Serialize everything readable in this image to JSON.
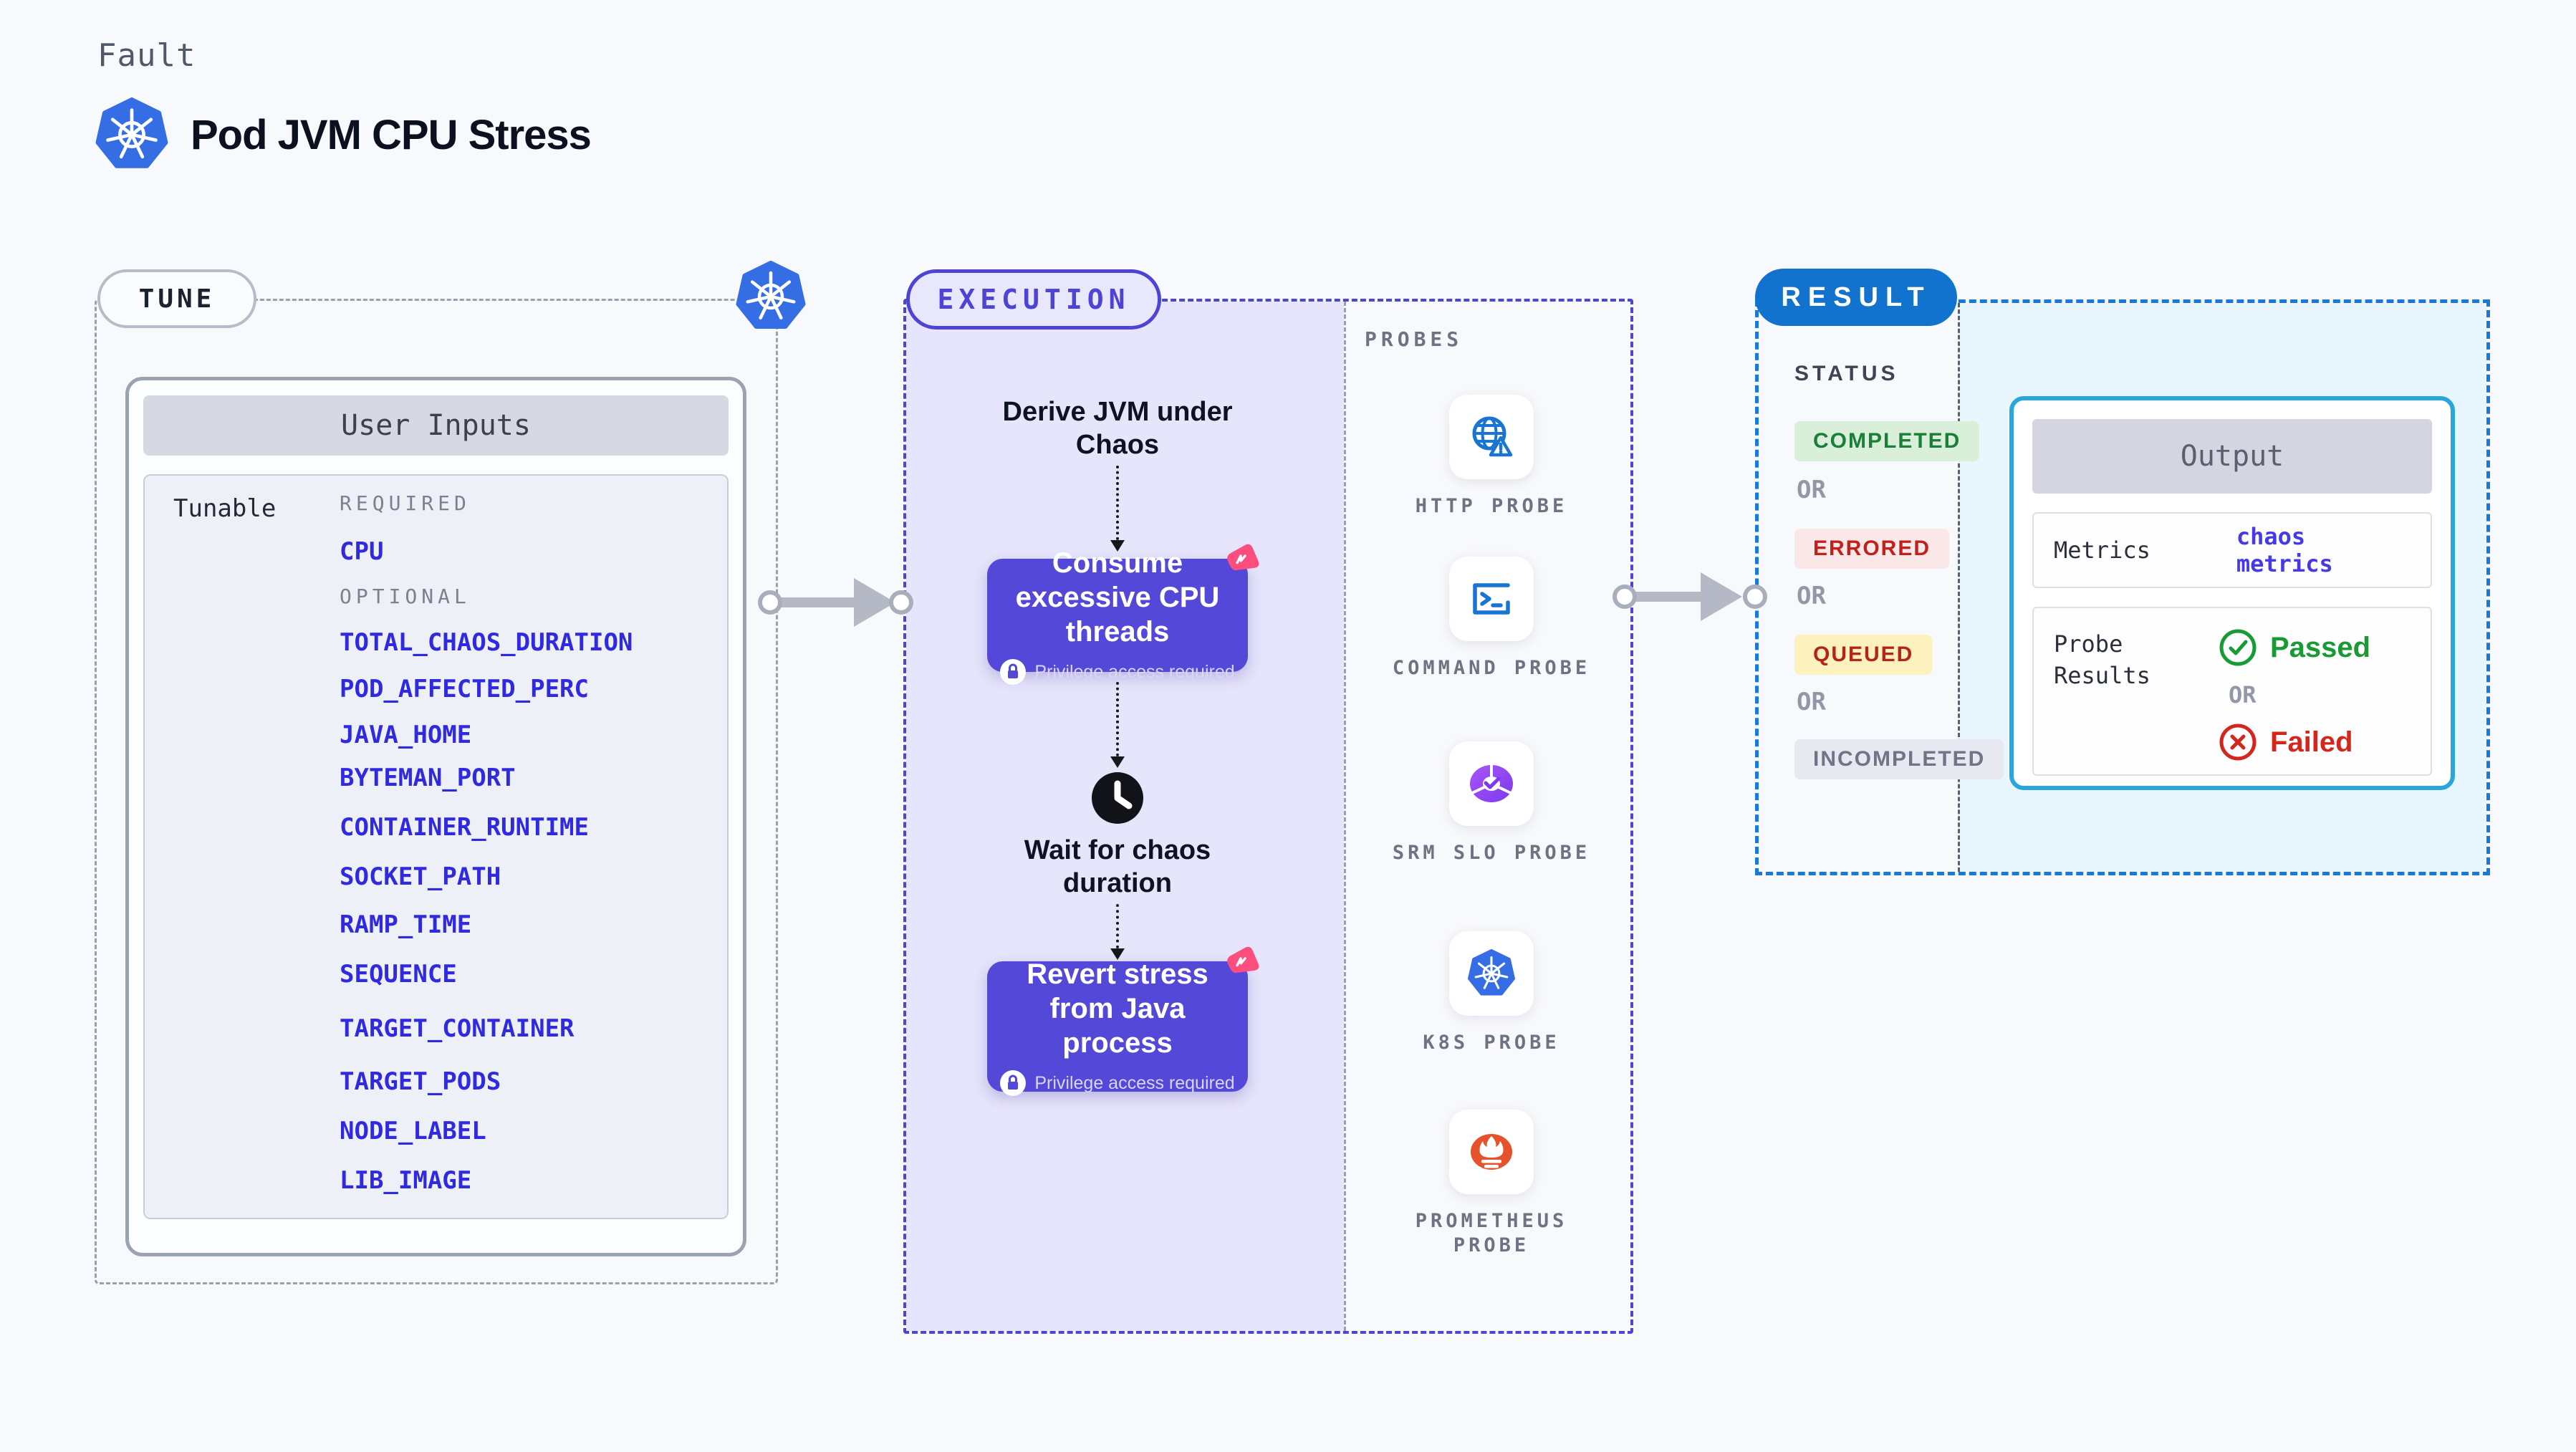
{
  "header": {
    "kicker": "Fault",
    "title": "Pod JVM CPU Stress",
    "logo_icon": "kubernetes-icon"
  },
  "tune": {
    "label": "TUNE",
    "corner_icon": "kubernetes-icon",
    "card_title": "User Inputs",
    "row_label": "Tunable",
    "required_heading": "REQUIRED",
    "optional_heading": "OPTIONAL",
    "required_items": [
      "CPU"
    ],
    "optional_items": [
      "TOTAL_CHAOS_DURATION",
      "POD_AFFECTED_PERC",
      "JAVA_HOME",
      "BYTEMAN_PORT",
      "CONTAINER_RUNTIME",
      "SOCKET_PATH",
      "RAMP_TIME",
      "SEQUENCE",
      "TARGET_CONTAINER",
      "TARGET_PODS",
      "NODE_LABEL",
      "LIB_IMAGE"
    ]
  },
  "execution": {
    "label": "EXECUTION",
    "step1": "Derive JVM under Chaos",
    "node1": {
      "label": "Consume excessive CPU threads",
      "badge": "Privilege access required",
      "icon": "chaos-icon",
      "badge_icon": "lock-icon"
    },
    "wait_step": {
      "label": "Wait for chaos duration",
      "icon": "clock-icon"
    },
    "node2": {
      "label": "Revert stress from Java process",
      "badge": "Privilege access required",
      "icon": "chaos-icon",
      "badge_icon": "lock-icon"
    }
  },
  "probes": {
    "label": "PROBES",
    "items": [
      {
        "name": "HTTP PROBE",
        "icon": "globe-warning-icon"
      },
      {
        "name": "COMMAND PROBE",
        "icon": "terminal-icon"
      },
      {
        "name": "SRM SLO PROBE",
        "icon": "slo-donut-icon"
      },
      {
        "name": "K8S PROBE",
        "icon": "kubernetes-icon"
      },
      {
        "name": "PROMETHEUS PROBE",
        "icon": "prometheus-icon"
      }
    ]
  },
  "result": {
    "label": "RESULT",
    "status_heading": "STATUS",
    "or": "OR",
    "statuses": [
      {
        "label": "COMPLETED",
        "text_color": "#1a7f37",
        "bg": "#d9efd9"
      },
      {
        "label": "ERRORED",
        "text_color": "#c1211c",
        "bg": "#fae8e8"
      },
      {
        "label": "QUEUED",
        "text_color": "#b3251b",
        "bg": "#fdf1bd"
      },
      {
        "label": "INCOMPLETED",
        "text_color": "#6f7586",
        "bg": "#e8e9f0"
      }
    ],
    "output": {
      "title": "Output",
      "metrics_label": "Metrics",
      "metrics_value": "chaos metrics",
      "probe_results_label": "Probe Results",
      "passed": "Passed",
      "or": "OR",
      "failed": "Failed",
      "passed_color": "#189a35",
      "failed_color": "#d3271e"
    }
  },
  "colors": {
    "page_bg": "#f8f9fc",
    "accent_indigo": "#4d44d5",
    "node_purple": "#5348d8",
    "purple_area": "#e7e5fb",
    "result_blue": "#1273cf",
    "result_dash": "#1b79d6",
    "output_border": "#29a7dc",
    "light_blue_area": "#e9f6fd",
    "item_blue": "#2f2ae0",
    "link_indigo": "#4739e4",
    "k8s_blue": "#356de4",
    "probe_icon_blue": "#1974d2",
    "prometheus_orange": "#e6522c",
    "srm_purple": "#9333ea",
    "chaos_pink": "#fb4d7e"
  }
}
